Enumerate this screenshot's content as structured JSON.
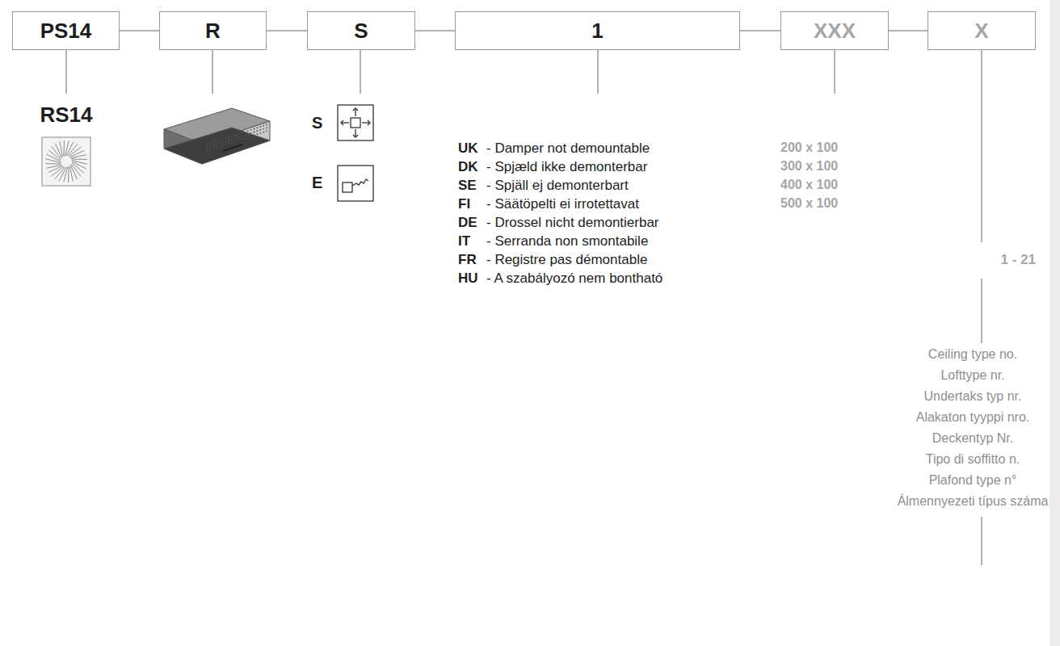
{
  "diagram": {
    "nodes": [
      {
        "text": [
          "PS14"
        ]
      },
      {
        "text": [
          "R"
        ]
      },
      {
        "text": [
          "S"
        ]
      },
      {
        "text": [
          "1"
        ]
      },
      {
        "text": [
          "XXX"
        ]
      },
      {
        "text": [
          "X"
        ]
      }
    ],
    "edges": [
      {
        "from": 0,
        "to": 1,
        "arrow": "none"
      },
      {
        "from": 1,
        "to": 2,
        "arrow": "none"
      },
      {
        "from": 2,
        "to": 3,
        "arrow": "none"
      },
      {
        "from": 3,
        "to": 4,
        "arrow": "none"
      },
      {
        "from": 4,
        "to": 5,
        "arrow": "none"
      }
    ],
    "labels": [
      "RS14",
      "S",
      "E",
      "UK",
      "- Damper not demountable",
      "DK",
      "- Spjæld ikke demonterbar",
      "SE",
      "- Spjäll ej demonterbart",
      "FI",
      "- Säätöpelti ei irrotettavat",
      "DE",
      "- Drossel nicht demontierbar",
      "IT",
      "- Serranda non smontabile",
      "FR",
      "- Registre pas démontable",
      "HU",
      "- A szabályozó nem bontható",
      "200 x 100",
      "300 x 100",
      "400 x 100",
      "500 x 100",
      "1 - 21",
      "Ceiling type no.",
      "Lofttype nr.",
      "Undertaks typ nr.",
      "Alakaton tyyppi nro.",
      "Deckentyp Nr.",
      "Tipo di soffitto n.",
      "Plafond type n°",
      "Álmennyezeti típus száma"
    ]
  }
}
